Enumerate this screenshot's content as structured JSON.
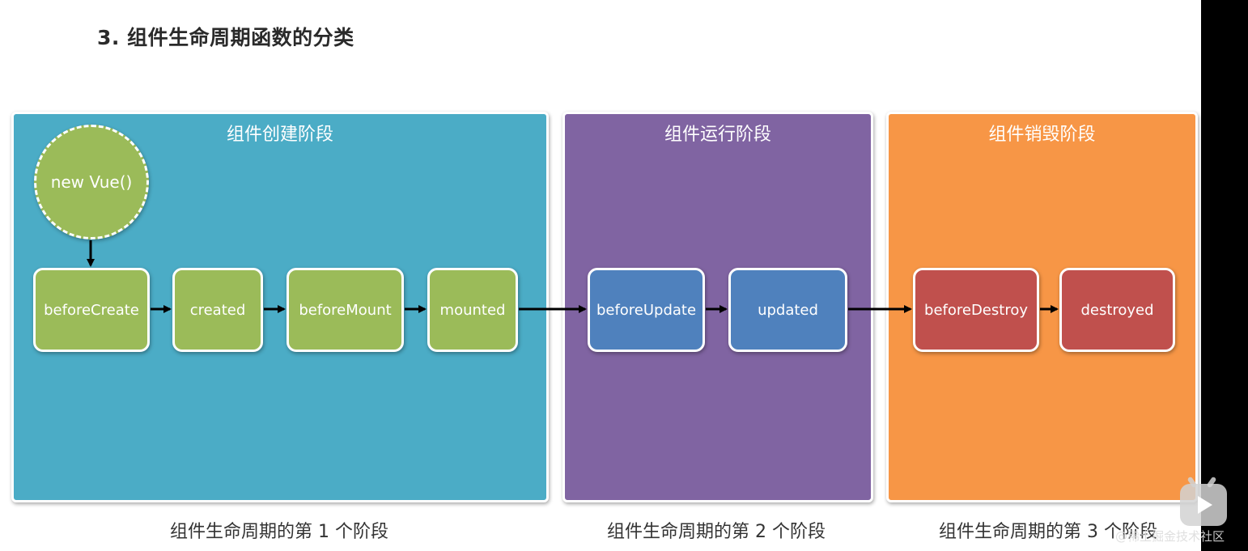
{
  "title": "3. 组件生命周期函数的分类",
  "colors": {
    "create_panel": "#4bacc6",
    "update_panel": "#8064a2",
    "destroy_panel": "#f79646",
    "create_node": "#9bbb59",
    "update_node": "#4f81bd",
    "destroy_node": "#c0504d"
  },
  "phases": [
    {
      "title": "组件创建阶段",
      "caption": "组件生命周期的第 1 个阶段",
      "start_label": "new Vue()",
      "nodes": [
        "beforeCreate",
        "created",
        "beforeMount",
        "mounted"
      ]
    },
    {
      "title": "组件运行阶段",
      "caption": "组件生命周期的第 2 个阶段",
      "nodes": [
        "beforeUpdate",
        "updated"
      ]
    },
    {
      "title": "组件销毁阶段",
      "caption": "组件生命周期的第 3 个阶段",
      "nodes": [
        "beforeDestroy",
        "destroyed"
      ]
    }
  ],
  "overlay": {
    "watermark": "@稀土掘金技术社区",
    "play_icon": "play-icon"
  }
}
